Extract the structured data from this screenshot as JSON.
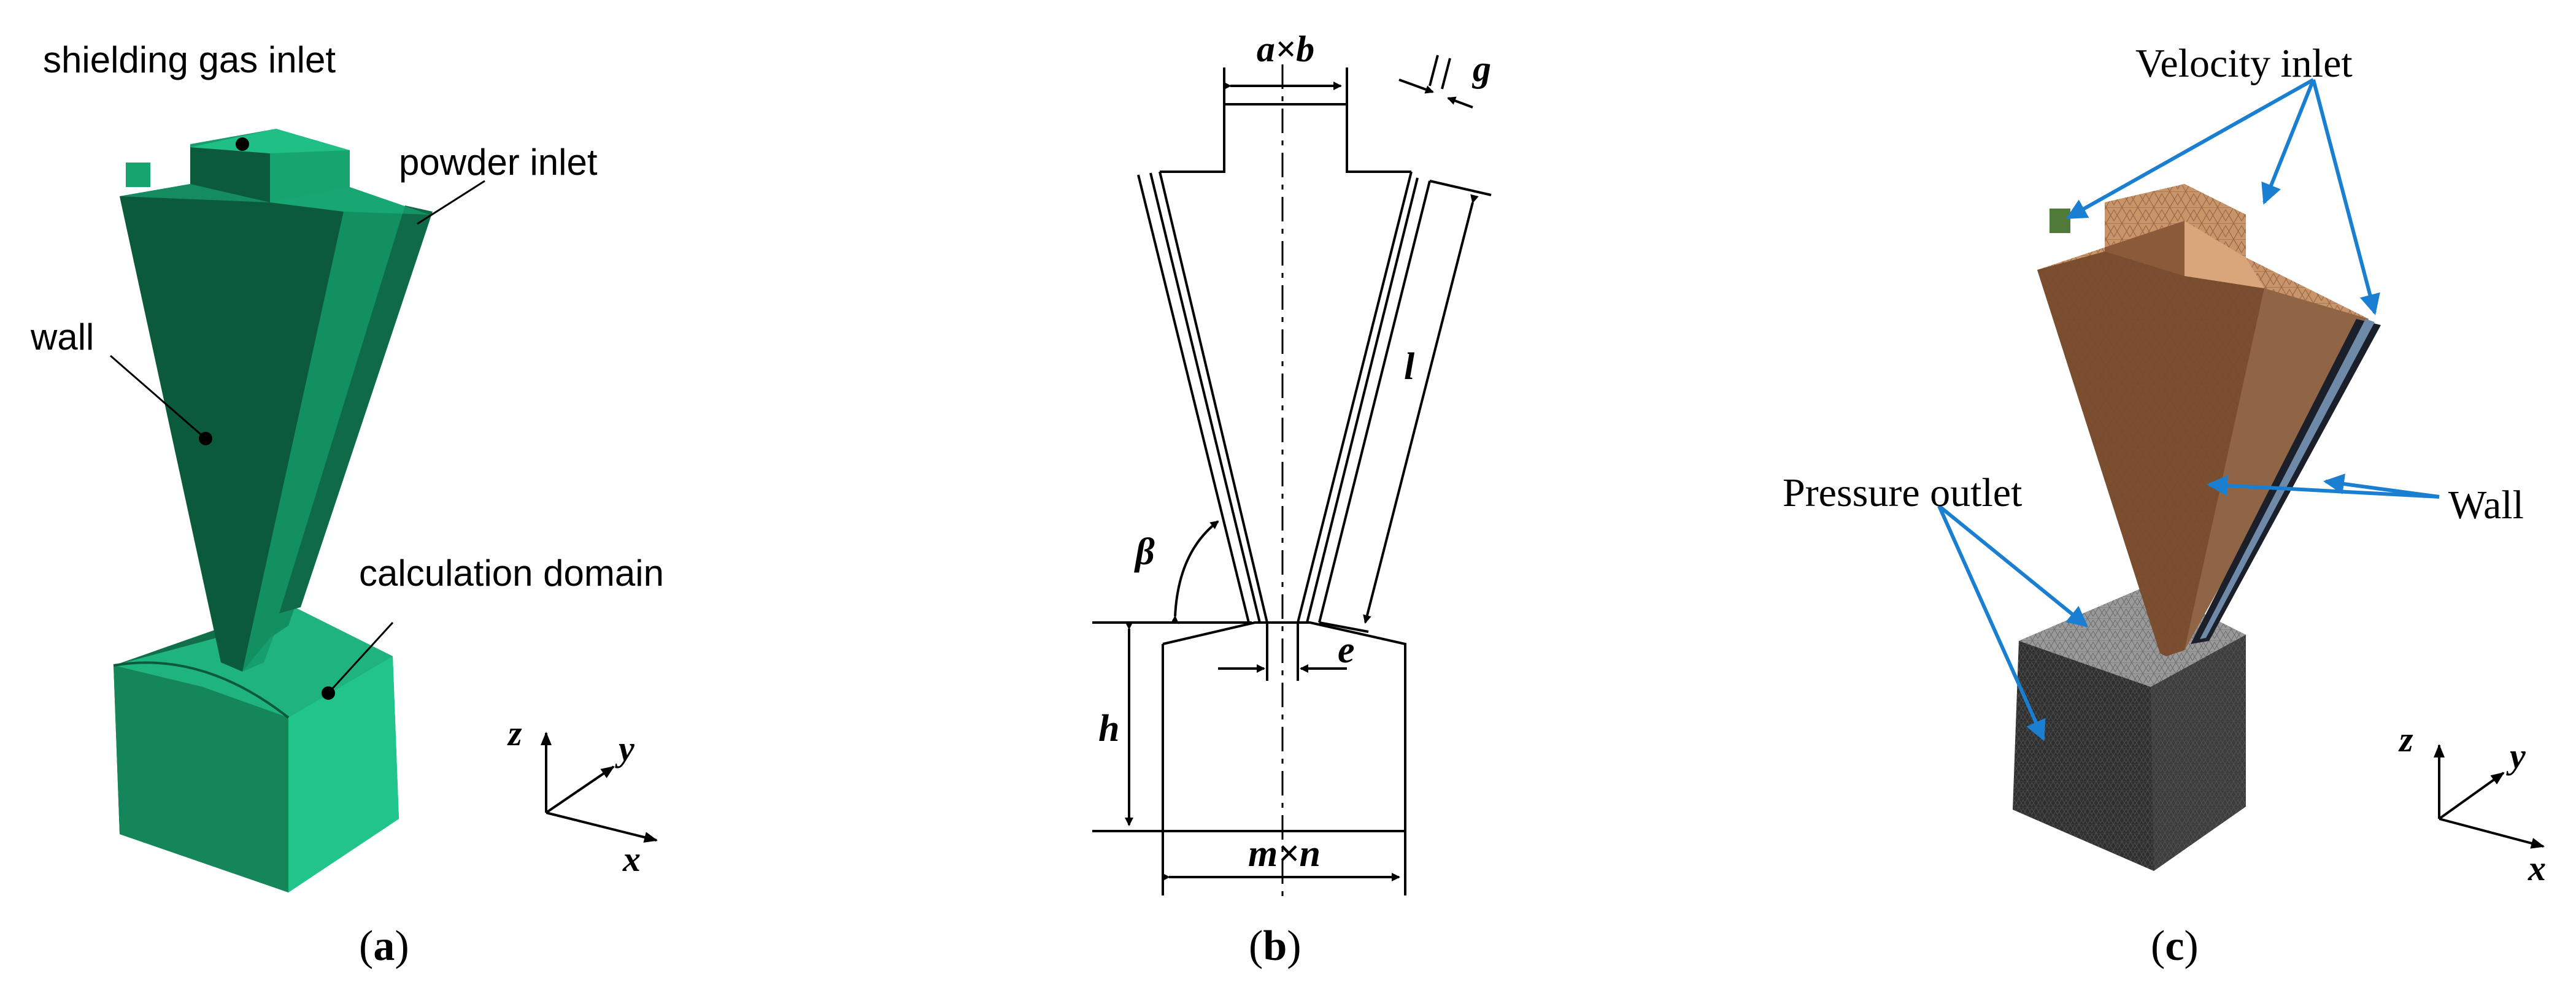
{
  "panel_a": {
    "caption_open": "(",
    "caption_letter": "a",
    "caption_close": ")",
    "labels": {
      "shielding": "shielding gas inlet",
      "powder": "powder inlet",
      "wall": "wall",
      "domain": "calculation domain"
    },
    "axes": {
      "z": "z",
      "y": "y",
      "x": "x"
    },
    "colors": {
      "dark": "#0c5a3c",
      "mid": "#169e6c",
      "light": "#22c48a",
      "front": "#11704a"
    }
  },
  "panel_b": {
    "caption_open": "(",
    "caption_letter": "b",
    "caption_close": ")",
    "dims": {
      "top": "a×b",
      "gap": "g",
      "length": "l",
      "angle": "β",
      "height": "h",
      "outlet": "e",
      "bottom": "m×n"
    }
  },
  "panel_c": {
    "caption_open": "(",
    "caption_letter": "c",
    "caption_close": ")",
    "labels": {
      "velocity": "Velocity inlet",
      "pressure": "Pressure outlet",
      "wall": "Wall"
    },
    "axes": {
      "z": "z",
      "y": "y",
      "x": "x"
    },
    "colors": {
      "mesh_face": "#c9946a",
      "mesh_front": "#8a5a3a",
      "box_top": "#9a9a9a",
      "box_front": "#2f2f2f",
      "arrow": "#1a7fd0"
    }
  }
}
